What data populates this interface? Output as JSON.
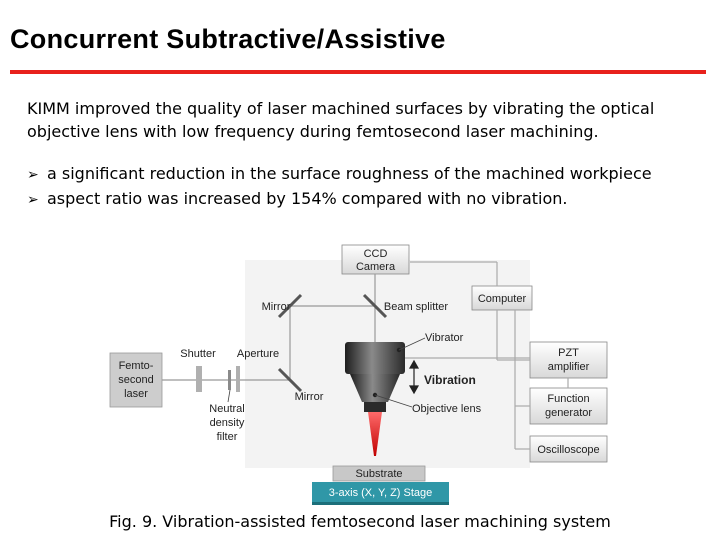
{
  "slide": {
    "title": "Concurrent Subtractive/Assistive",
    "intro": "KIMM improved the quality of laser machined surfaces by vibrating the optical objective lens with low frequency during femtosecond laser machining.",
    "bullets": [
      "a significant reduction in the surface roughness of the machined workpiece",
      "aspect ratio was increased by 154% compared with no vibration."
    ],
    "caption": "Fig. 9. Vibration-assisted femtosecond laser machining system"
  },
  "diagram": {
    "labels": {
      "ccd_line1": "CCD",
      "ccd_line2": "Camera",
      "computer": "Computer",
      "mirror_top": "Mirror",
      "beam_splitter": "Beam splitter",
      "vibrator": "Vibrator",
      "shutter": "Shutter",
      "aperture": "Aperture",
      "femto_line1": "Femto-",
      "femto_line2": "second",
      "femto_line3": "laser",
      "vibration": "Vibration",
      "mirror_bottom": "Mirror",
      "objective_lens": "Objective lens",
      "neutral_line1": "Neutral",
      "neutral_line2": "density",
      "neutral_line3": "filter",
      "pzt_line1": "PZT",
      "pzt_line2": "amplifier",
      "func_line1": "Function",
      "func_line2": "generator",
      "oscilloscope": "Oscilloscope",
      "substrate": "Substrate",
      "stage": "3-axis (X, Y, Z) Stage"
    }
  }
}
